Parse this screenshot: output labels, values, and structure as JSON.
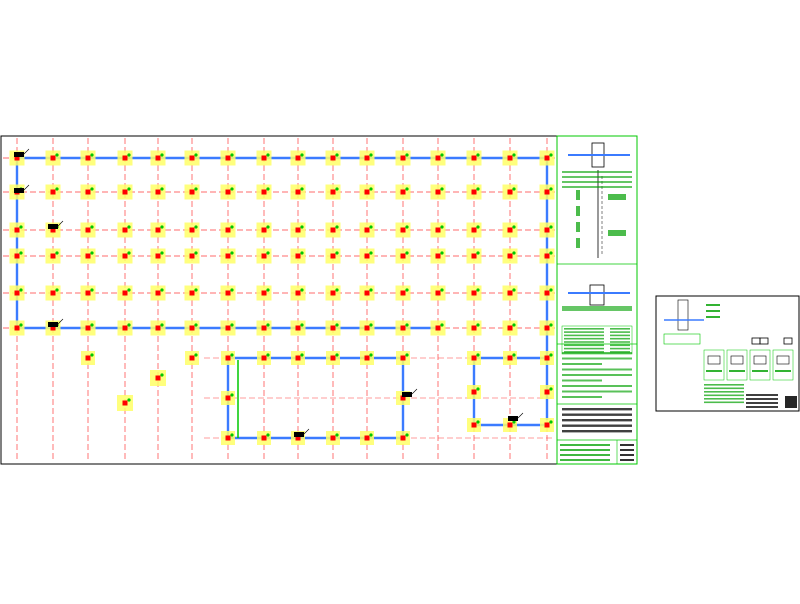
{
  "colors": {
    "background": "#ffffff",
    "sheet_border": "#000000",
    "grid_line": "#ff3b3b",
    "column_pad": "#ffff66",
    "wall": "#3b7bff",
    "column_core": "#ff0000",
    "column_dot": "#00c800",
    "panel_border": "#00c800",
    "panel_text": "#00a000",
    "annotation": "#000000"
  },
  "icons": {
    "column_footing": "yellow-square-footing-icon",
    "section_detail": "section-detail-icon",
    "title_block": "title-block-icon"
  },
  "plan": {
    "grid_rows": 6,
    "grid_cols": 16,
    "secondary_building": "lower-annex"
  },
  "notes_panel": {
    "section_count": 4,
    "table_rows": 8
  },
  "detail_sheet": {
    "section_count": 4
  }
}
